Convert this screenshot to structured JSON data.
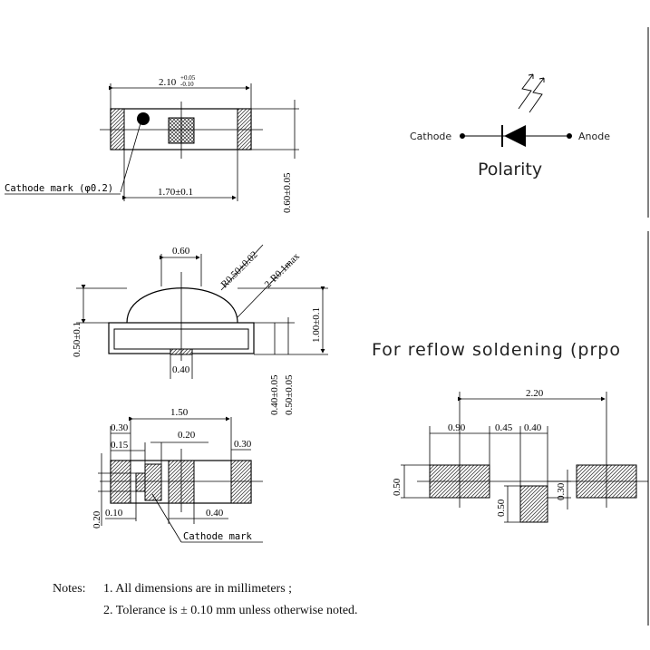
{
  "top_view": {
    "width_label": "2.10",
    "width_tol_plus": "+0.05",
    "width_tol_minus": "-0.10",
    "inner_width_label": "1.70±0.1",
    "height_label": "0.60±0.05",
    "cathode_mark_label": "Cathode mark (φ0.2)"
  },
  "polarity": {
    "cathode_label": "Cathode",
    "anode_label": "Anode",
    "title": "Polarity"
  },
  "side_view": {
    "dome_width": "0.60",
    "dome_radius": "R0.50±0.02",
    "corner_radius": "2-R0.1max",
    "body_height": "0.50±0.1",
    "total_height": "1.00±0.1",
    "pad_width": "0.40",
    "pad_height_a": "0.40±0.05",
    "pad_height_b": "0.50±0.05"
  },
  "bottom_view": {
    "overall": "1.50",
    "d030_left": "0.30",
    "d015": "0.15",
    "d020_top": "0.20",
    "d030_right": "0.30",
    "d020_left": "0.20",
    "d010": "0.10",
    "d040": "0.40",
    "cathode_mark": "Cathode mark"
  },
  "reflow": {
    "title": "For reflow soldening (prpo",
    "overall": "2.20",
    "pad_w": "0.90",
    "gap": "0.45",
    "center_w": "0.40",
    "pad_h": "0.50",
    "center_h": "0.50",
    "gap_v": "0.30"
  },
  "notes": {
    "label": "Notes:",
    "line1": "1. All dimensions are in millimeters ;",
    "line2": "2. Tolerance is ± 0.10 mm unless otherwise noted."
  }
}
